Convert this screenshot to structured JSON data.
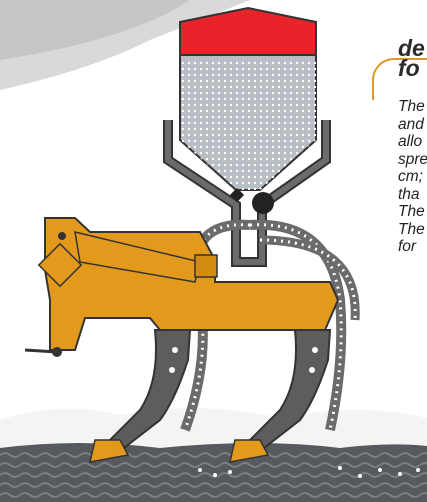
{
  "heading": {
    "lines": [
      "de",
      "fo"
    ]
  },
  "description": {
    "lines": [
      "The",
      "and",
      "allo",
      "spre",
      "cm;",
      "tha",
      "The",
      "The",
      "for"
    ]
  },
  "colors": {
    "hopper_lid": "#e8232a",
    "hopper_fill": "#b9bec4",
    "frame": "#e39a1c",
    "tine": "#5d5d5d",
    "outline": "#333333",
    "accent_rule": "#d99a2a"
  },
  "icons": [
    "seed-hopper-illustration",
    "subsoiler-frame-illustration",
    "soil-illustration"
  ]
}
